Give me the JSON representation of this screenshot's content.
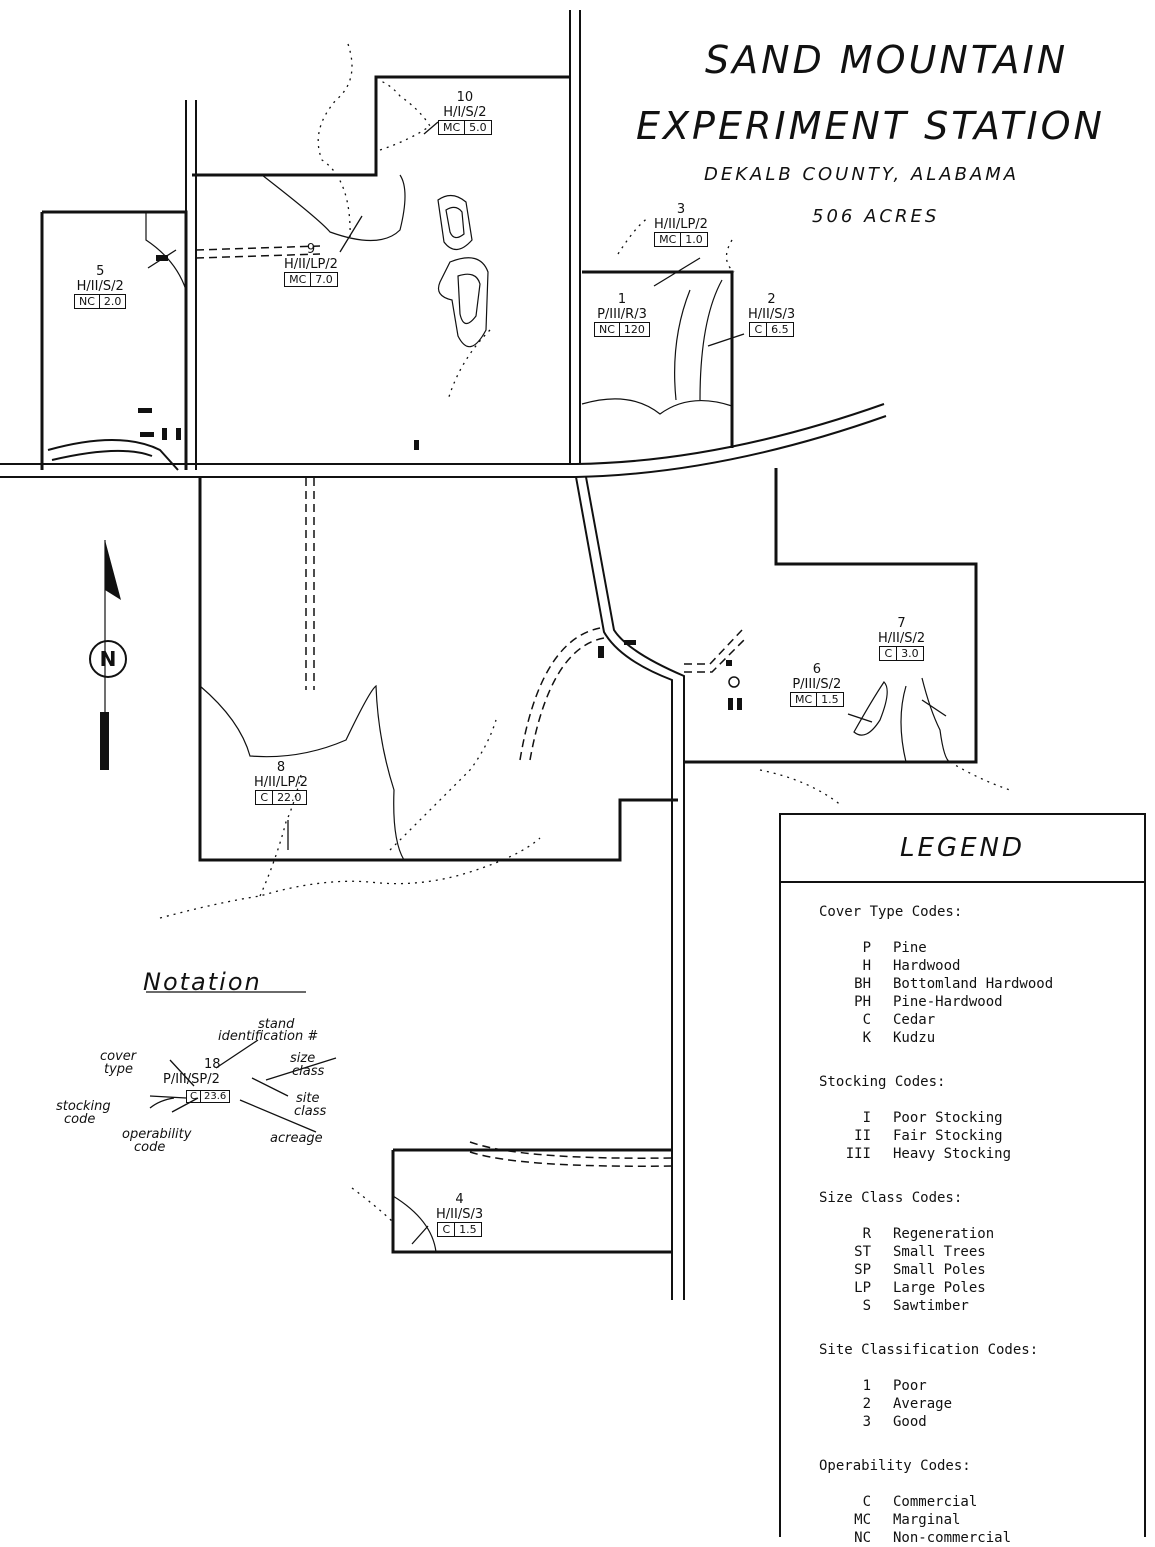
{
  "title": {
    "line1": "SAND MOUNTAIN",
    "line2": "EXPERIMENT STATION",
    "county": "DEKALB COUNTY, ALABAMA",
    "acres": "506 ACRES"
  },
  "north_label": "N",
  "stands": [
    {
      "id": "10",
      "code": "H/I/S/2",
      "oper": "MC",
      "acreage": "5.0"
    },
    {
      "id": "9",
      "code": "H/II/LP/2",
      "oper": "MC",
      "acreage": "7.0"
    },
    {
      "id": "5",
      "code": "H/II/S/2",
      "oper": "NC",
      "acreage": "2.0"
    },
    {
      "id": "3",
      "code": "H/II/LP/2",
      "oper": "MC",
      "acreage": "1.0"
    },
    {
      "id": "1",
      "code": "P/III/R/3",
      "oper": "NC",
      "acreage": "120"
    },
    {
      "id": "2",
      "code": "H/II/S/3",
      "oper": "C",
      "acreage": "6.5"
    },
    {
      "id": "7",
      "code": "H/II/S/2",
      "oper": "C",
      "acreage": "3.0"
    },
    {
      "id": "6",
      "code": "P/III/S/2",
      "oper": "MC",
      "acreage": "1.5"
    },
    {
      "id": "8",
      "code": "H/II/LP/2",
      "oper": "C",
      "acreage": "22.0"
    },
    {
      "id": "4",
      "code": "H/II/S/3",
      "oper": "C",
      "acreage": "1.5"
    }
  ],
  "notation": {
    "title": "Notation",
    "example_id": "18",
    "example_code": "P/III/SP/2",
    "example_oper": "C",
    "example_acreage": "23.6",
    "labels": {
      "stand": "stand",
      "identification": "identification #",
      "cover": "cover",
      "type": "type",
      "size": "size",
      "size_class": "class",
      "site": "site",
      "site_class": "class",
      "stocking": "stocking",
      "stocking_code": "code",
      "operability": "operability",
      "operability_code": "code",
      "acreage": "acreage"
    }
  },
  "legend": {
    "title": "LEGEND",
    "sections": [
      {
        "title": "Cover Type Codes:",
        "items": [
          {
            "k": "P",
            "v": "Pine"
          },
          {
            "k": "H",
            "v": "Hardwood"
          },
          {
            "k": "BH",
            "v": "Bottomland Hardwood"
          },
          {
            "k": "PH",
            "v": "Pine-Hardwood"
          },
          {
            "k": "C",
            "v": "Cedar"
          },
          {
            "k": "K",
            "v": "Kudzu"
          }
        ]
      },
      {
        "title": "Stocking Codes:",
        "items": [
          {
            "k": "I",
            "v": "Poor Stocking"
          },
          {
            "k": "II",
            "v": "Fair Stocking"
          },
          {
            "k": "III",
            "v": "Heavy Stocking"
          }
        ]
      },
      {
        "title": "Size Class Codes:",
        "items": [
          {
            "k": "R",
            "v": "Regeneration"
          },
          {
            "k": "ST",
            "v": "Small Trees"
          },
          {
            "k": "SP",
            "v": "Small Poles"
          },
          {
            "k": "LP",
            "v": "Large Poles"
          },
          {
            "k": "S",
            "v": "Sawtimber"
          }
        ]
      },
      {
        "title": "Site Classification Codes:",
        "items": [
          {
            "k": "1",
            "v": "Poor"
          },
          {
            "k": "2",
            "v": "Average"
          },
          {
            "k": "3",
            "v": "Good"
          }
        ]
      },
      {
        "title": "Operability Codes:",
        "items": [
          {
            "k": "C",
            "v": "Commercial"
          },
          {
            "k": "MC",
            "v": "Marginal"
          },
          {
            "k": "NC",
            "v": "Non-commercial"
          }
        ]
      }
    ]
  }
}
